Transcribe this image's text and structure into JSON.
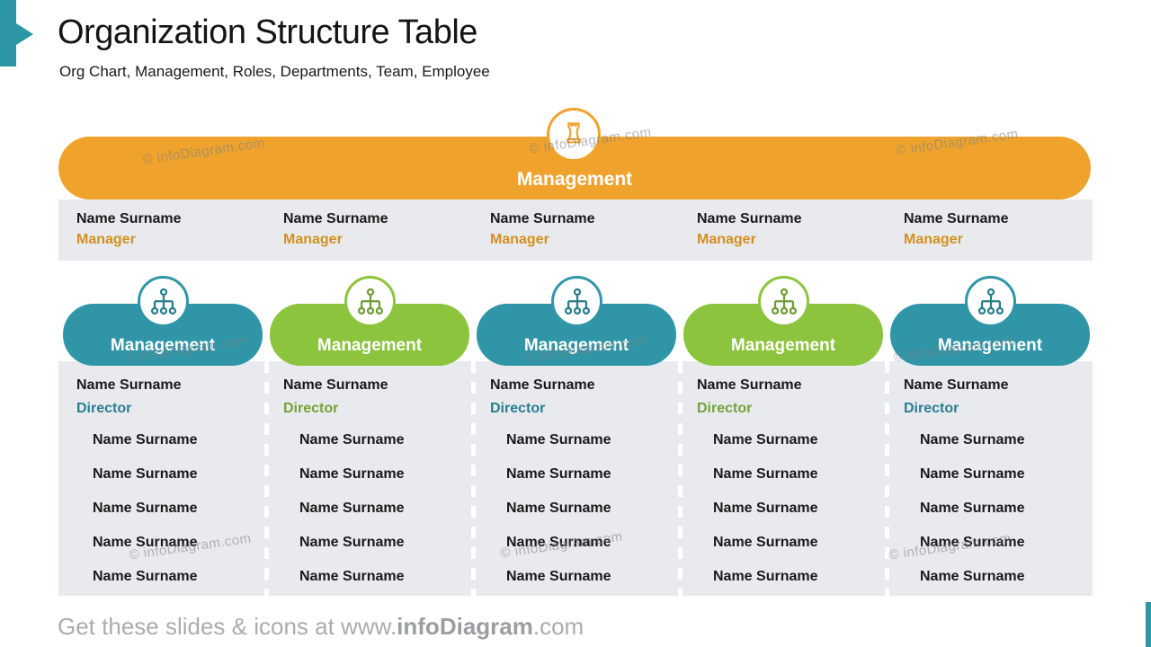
{
  "slide": {
    "title": "Organization Structure Table",
    "subtitle": "Org Chart, Management, Roles, Departments, Team, Employee"
  },
  "watermark": "© infoDiagram.com",
  "colors": {
    "accent_teal": "#2D96A5",
    "banner_orange": "#EFA32D",
    "banner_teal": "#3096A7",
    "banner_green": "#8CC43D",
    "role_orange": "#D4901F",
    "role_teal": "#2B7E8F",
    "role_green": "#76A23C",
    "row_background": "#E8EAEE"
  },
  "top_group": {
    "label": "Management",
    "icon": "chess-rook-icon",
    "members": [
      {
        "name": "Name Surname",
        "role": "Manager"
      },
      {
        "name": "Name Surname",
        "role": "Manager"
      },
      {
        "name": "Name Surname",
        "role": "Manager"
      },
      {
        "name": "Name Surname",
        "role": "Manager"
      },
      {
        "name": "Name Surname",
        "role": "Manager"
      }
    ]
  },
  "departments": [
    {
      "label": "Management",
      "theme": "teal",
      "icon": "org-chart-icon",
      "lead": {
        "name": "Name Surname",
        "role": "Director"
      },
      "members": [
        "Name Surname",
        "Name Surname",
        "Name Surname",
        "Name Surname",
        "Name Surname"
      ]
    },
    {
      "label": "Management",
      "theme": "green",
      "icon": "org-chart-icon",
      "lead": {
        "name": "Name Surname",
        "role": "Director"
      },
      "members": [
        "Name Surname",
        "Name Surname",
        "Name Surname",
        "Name Surname",
        "Name Surname"
      ]
    },
    {
      "label": "Management",
      "theme": "teal",
      "icon": "org-chart-icon",
      "lead": {
        "name": "Name Surname",
        "role": "Director"
      },
      "members": [
        "Name Surname",
        "Name Surname",
        "Name Surname",
        "Name Surname",
        "Name Surname"
      ]
    },
    {
      "label": "Management",
      "theme": "green",
      "icon": "org-chart-icon",
      "lead": {
        "name": "Name Surname",
        "role": "Director"
      },
      "members": [
        "Name Surname",
        "Name Surname",
        "Name Surname",
        "Name Surname",
        "Name Surname"
      ]
    },
    {
      "label": "Management",
      "theme": "teal",
      "icon": "org-chart-icon",
      "lead": {
        "name": "Name Surname",
        "role": "Director"
      },
      "members": [
        "Name Surname",
        "Name Surname",
        "Name Surname",
        "Name Surname",
        "Name Surname"
      ]
    }
  ],
  "footer": {
    "prefix": "Get these slides & icons at www.",
    "brand": "infoDiagram",
    "suffix": ".com"
  }
}
